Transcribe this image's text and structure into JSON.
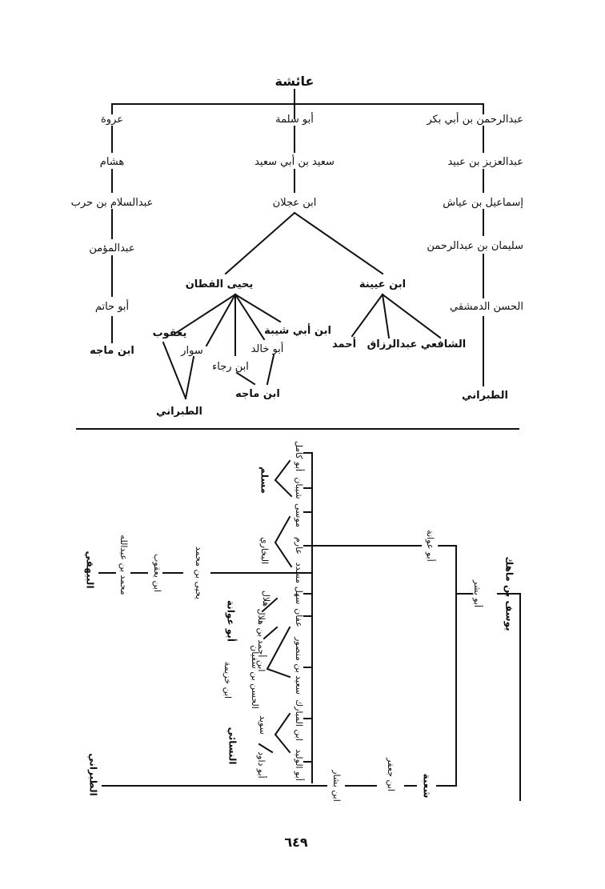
{
  "top_tree": {
    "root": "عائشة",
    "col_right": [
      "عبدالرحمن بن أبي بكر",
      "عبدالعزيز بن عبيد",
      "إسماعيل بن عياش",
      "سليمان بن عبدالرحمن",
      "الحسن الدمشقي",
      "الطبراني"
    ],
    "col_middle": [
      "أبو سلمة",
      "سعيد بن أبي سعيد",
      "ابن عجلان"
    ],
    "col_left": [
      "عروة",
      "هشام",
      "عبدالسلام بن حرب",
      "عبدالمؤمن",
      "أبو حاتم",
      "ابن ماجه"
    ],
    "ibn_uyayna": "ابن عيينة",
    "ibn_uyayna_students": [
      "الشافعي",
      "عبدالرزاق",
      "أحمد"
    ],
    "yahya": "يحيى القطان",
    "yahya_students": [
      "ابن أبي شيبة",
      "أبو خالد",
      "ابن رجاء",
      "سوار",
      "يعقوب"
    ],
    "ibn_majah_2": "ابن ماجه",
    "tabarani_2": "الطبراني"
  },
  "bottom_tree": {
    "root": "يوسف بن ماهك",
    "abu_bishr": "أبو بشر",
    "abu_awana": "أبو عوانة",
    "shuba": "شعبة",
    "ibn_jafar": "ابن جعفر",
    "ibn_bashshar": "ابن بشار",
    "tabarani": "الطبراني",
    "awana_students": [
      "أبو كامل",
      "شيبان",
      "موسى",
      "عارم",
      "مسدد",
      "سهل",
      "عفان",
      "سعيد بن منصور",
      "ابن المبارك",
      "أبو الوليد"
    ],
    "muslim": "مسلم",
    "bukhari": "البخاري",
    "chain": [
      "يحيى بن محمد",
      "ابن يعقوب",
      "محمد بن عبدالله",
      "البيهقي"
    ],
    "hilal": "هلال",
    "ibn_ahmad_ibn_hilal": "ابن أحمد بن هلال",
    "hasan_ibn_sufyan": "الحسن بن سفيان",
    "abu_awana_2": "أبو عوانة",
    "ibn_khuzayma": "ابن خزيمة",
    "suwayd": "سويد",
    "abu_dawud": "أبو داود",
    "nasai": "النسائي"
  },
  "page_number": "٦٤٩"
}
